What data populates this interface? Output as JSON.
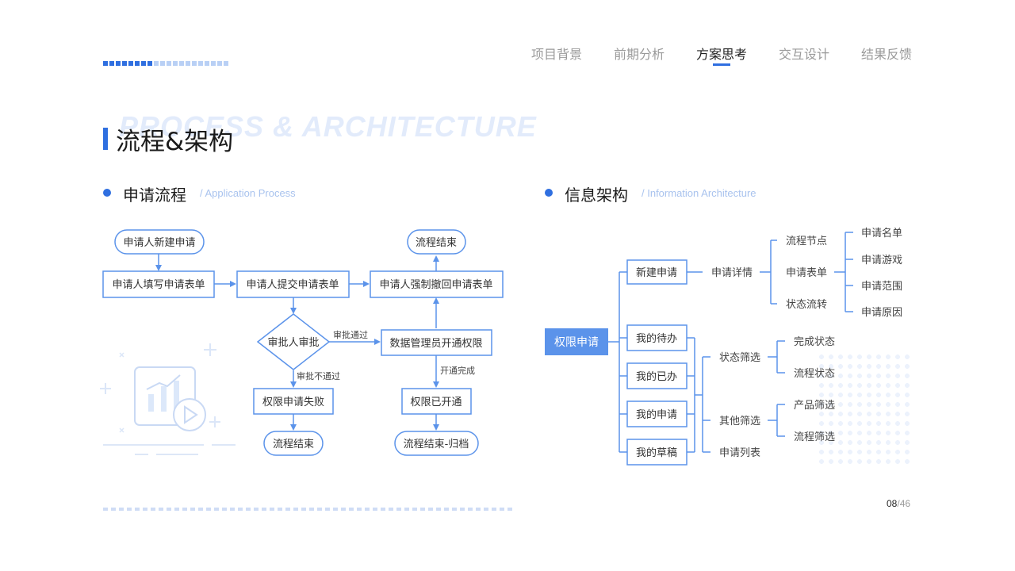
{
  "nav": {
    "items": [
      {
        "label": "项目背景",
        "active": false
      },
      {
        "label": "前期分析",
        "active": false
      },
      {
        "label": "方案思考",
        "active": true
      },
      {
        "label": "交互设计",
        "active": false
      },
      {
        "label": "结果反馈",
        "active": false
      }
    ]
  },
  "page_title": {
    "bg_text": "PROCESS & ARCHITECTURE",
    "text": "流程&架构"
  },
  "left_section": {
    "title": "申请流程",
    "subtitle": "/  Application Process",
    "nodes": {
      "start": "申请人新建申请",
      "fill": "申请人填写申请表单",
      "submit": "申请人提交申请表单",
      "revoke": "申请人强制撤回申请表单",
      "end_top": "流程结束",
      "approve": "审批人审批",
      "admin": "数据管理员开通权限",
      "fail": "权限申请失败",
      "opened": "权限已开通",
      "end_left": "流程结束",
      "end_archive": "流程结束-归档"
    },
    "edges": {
      "pass": "审批通过",
      "reject": "审批不通过",
      "done": "开通完成"
    }
  },
  "right_section": {
    "title": "信息架构",
    "subtitle": "/  Information Architecture",
    "root": "权限申请",
    "level1": [
      "新建申请",
      "我的待办",
      "我的已办",
      "我的申请",
      "我的草稿"
    ],
    "detail": "申请详情",
    "detail_children": [
      "流程节点",
      "申请表单",
      "状态流转"
    ],
    "form_children": [
      "申请名单",
      "申请游戏",
      "申请范围",
      "申请原因"
    ],
    "filters": [
      "状态筛选",
      "其他筛选",
      "申请列表"
    ],
    "status_filters": [
      "完成状态",
      "流程状态"
    ],
    "other_filters": [
      "产品筛选",
      "流程筛选"
    ]
  },
  "footer": {
    "page": "08",
    "total": "/46"
  },
  "colors": {
    "accent": "#2f6fe0",
    "line": "#5b93ea",
    "root_fill": "#5b93ea"
  }
}
